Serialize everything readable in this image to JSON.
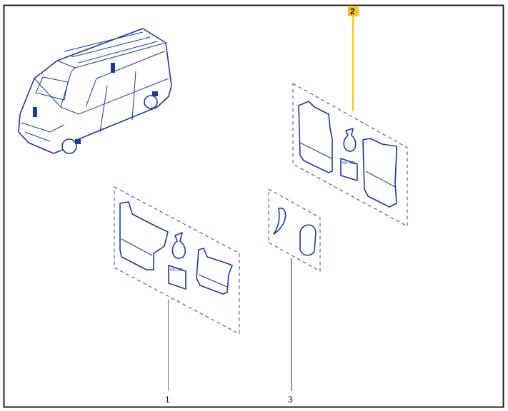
{
  "diagram": {
    "callouts": [
      {
        "id": "1",
        "label": "1"
      },
      {
        "id": "2",
        "label": "2",
        "highlighted": true
      },
      {
        "id": "3",
        "label": "3"
      }
    ],
    "notice_text": "NOTICE",
    "colors": {
      "frame": "#222222",
      "line_art": "#1a3a9c",
      "highlight": "#f5c518",
      "leader": "#333333"
    }
  }
}
